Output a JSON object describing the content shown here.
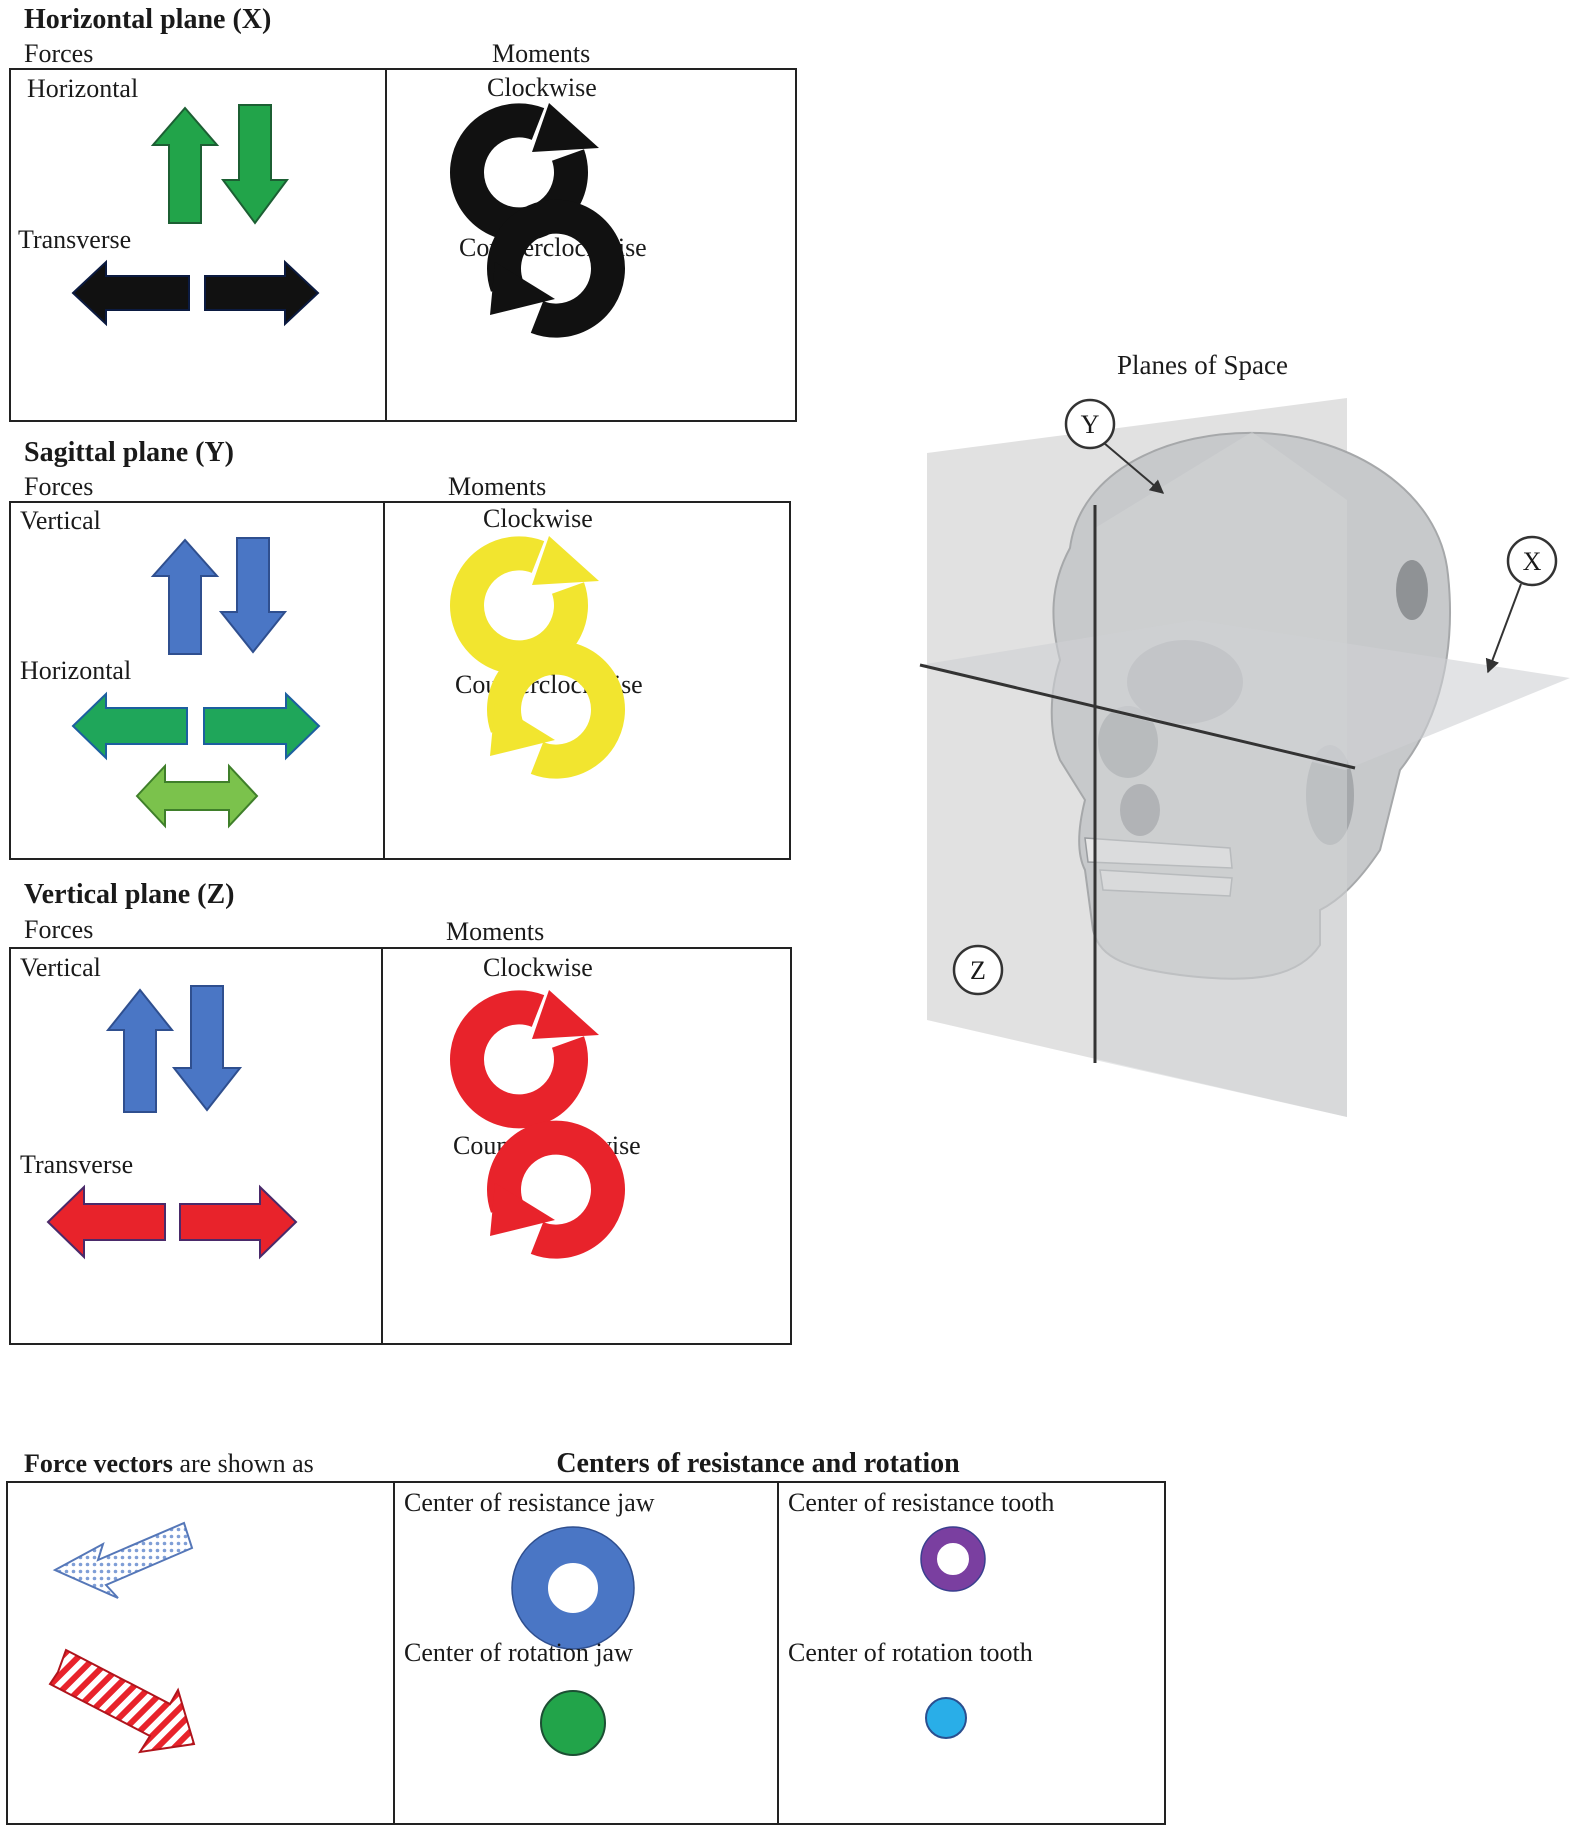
{
  "sections": [
    {
      "title": "Horizontal plane (X)",
      "forces_heading": "Forces",
      "moments_heading": "Moments",
      "force_label_1": "Horizontal",
      "force_label_2": "Transverse",
      "clockwise_label": "Clockwise",
      "counterclockwise_label": "Counterclockwise",
      "colors": {
        "force_1": "#22a44a",
        "force_2": "#111111",
        "moment": "#111111"
      }
    },
    {
      "title": "Sagittal plane (Y)",
      "forces_heading": "Forces",
      "moments_heading": "Moments",
      "force_label_1": "Vertical",
      "force_label_2": "Horizontal",
      "clockwise_label": "Clockwise",
      "counterclockwise_label": "Counterclockwise",
      "colors": {
        "force_1": "#4a76c5",
        "force_2": "#1fa65a",
        "force_3": "#7bc24c",
        "moment": "#f2e52f"
      }
    },
    {
      "title": "Vertical plane (Z)",
      "forces_heading": "Forces",
      "moments_heading": "Moments",
      "force_label_1": "Vertical",
      "force_label_2": "Transverse",
      "clockwise_label": "Clockwise",
      "counterclockwise_label": "Counterclockwise",
      "colors": {
        "force_1": "#4a76c5",
        "force_2": "#e8232b",
        "moment": "#e8232b"
      }
    }
  ],
  "planes_of_space": {
    "title": "Planes of Space",
    "label_y": "Y",
    "label_x": "X",
    "label_z": "Z"
  },
  "legend": {
    "force_vectors_bold": "Force vectors",
    "force_vectors_rest": " are shown as",
    "centers_title": "Centers of resistance and rotation",
    "center_resistance_jaw": "Center of resistance jaw",
    "center_rotation_jaw": "Center of rotation jaw",
    "center_resistance_tooth": "Center of resistance tooth",
    "center_rotation_tooth": "Center of rotation tooth",
    "colors": {
      "resistance_jaw": "#4a76c5",
      "rotation_jaw": "#22a44a",
      "resistance_tooth": "#7a3fa0",
      "rotation_tooth": "#29aee8"
    }
  }
}
